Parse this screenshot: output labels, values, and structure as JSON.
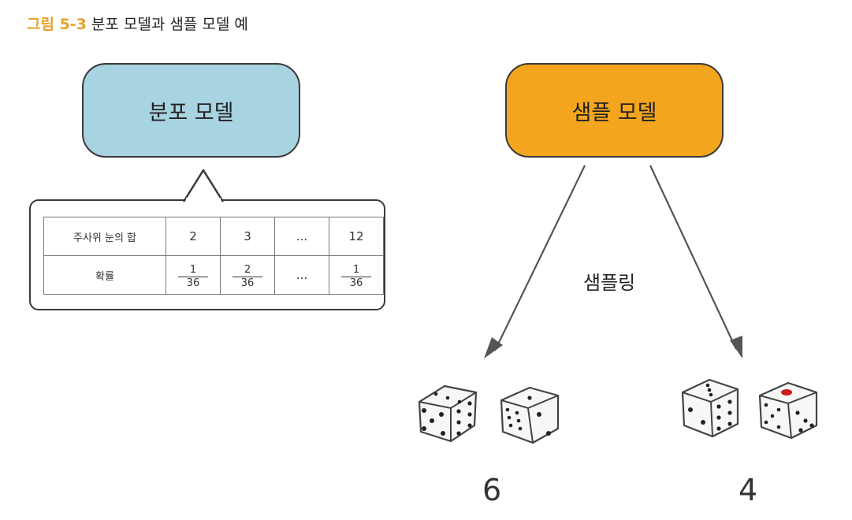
{
  "caption": {
    "figure_number": "그림 5-3",
    "title": "분포 모델과 샘플 모델 예"
  },
  "distribution_model": {
    "label": "분포 모델",
    "color": "#a8d3e0"
  },
  "sample_model": {
    "label": "샘플 모델",
    "color": "#f3a61d"
  },
  "probability_table": {
    "row_headers": [
      "주사위 눈의 합",
      "확률"
    ],
    "sums": [
      "2",
      "3",
      "...",
      "12"
    ],
    "probabilities": [
      {
        "numerator": "1",
        "denominator": "36"
      },
      {
        "numerator": "2",
        "denominator": "36"
      },
      {
        "ellipsis": "..."
      },
      {
        "numerator": "1",
        "denominator": "36"
      }
    ]
  },
  "sampling_label": "샘플링",
  "results": [
    "6",
    "4"
  ]
}
